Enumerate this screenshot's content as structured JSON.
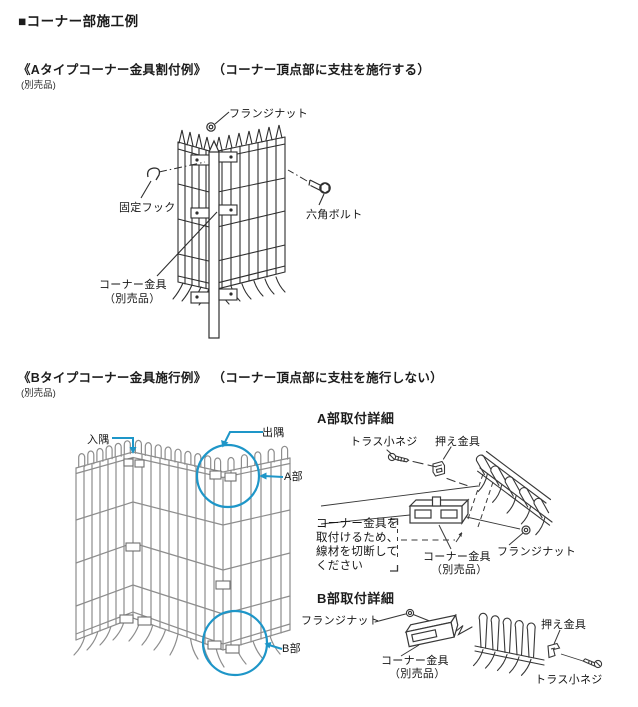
{
  "page": {
    "title": "■コーナー部施工例"
  },
  "colors": {
    "accent_blue": "#1e96c8",
    "line_dark": "#2e2e2e",
    "line_gray": "#8d8d8d"
  },
  "section_a": {
    "heading": "《Aタイプコーナー金具割付例》",
    "condition": "（コーナー頂点部に支柱を施行する）",
    "note": "(別売品)",
    "labels": {
      "flange_nut": "フランジナット",
      "fixed_hook": "固定フック",
      "hex_bolt": "六角ボルト",
      "corner_bracket": "コーナー金具",
      "corner_bracket_note": "（別売品）"
    }
  },
  "section_b": {
    "heading": "《Bタイプコーナー金具施行例》",
    "condition": "（コーナー頂点部に支柱を施行しない）",
    "note": "(別売品)",
    "overview_labels": {
      "inside_corner": "入隅",
      "outside_corner": "出隅",
      "part_a": "A部",
      "part_b": "B部"
    },
    "detail_a": {
      "title": "A部取付詳細",
      "truss_screw": "トラス小ネジ",
      "press_bracket": "押え金具",
      "cut_note": [
        "コーナー金具を",
        "取付けるため、",
        "線材を切断して",
        "ください"
      ],
      "corner_bracket": "コーナー金具",
      "corner_bracket_note": "（別売品）",
      "flange_nut": "フランジナット"
    },
    "detail_b": {
      "title": "B部取付詳細",
      "flange_nut": "フランジナット",
      "corner_bracket": "コーナー金具",
      "corner_bracket_note": "（別売品）",
      "press_bracket": "押え金具",
      "truss_screw": "トラス小ネジ"
    }
  }
}
